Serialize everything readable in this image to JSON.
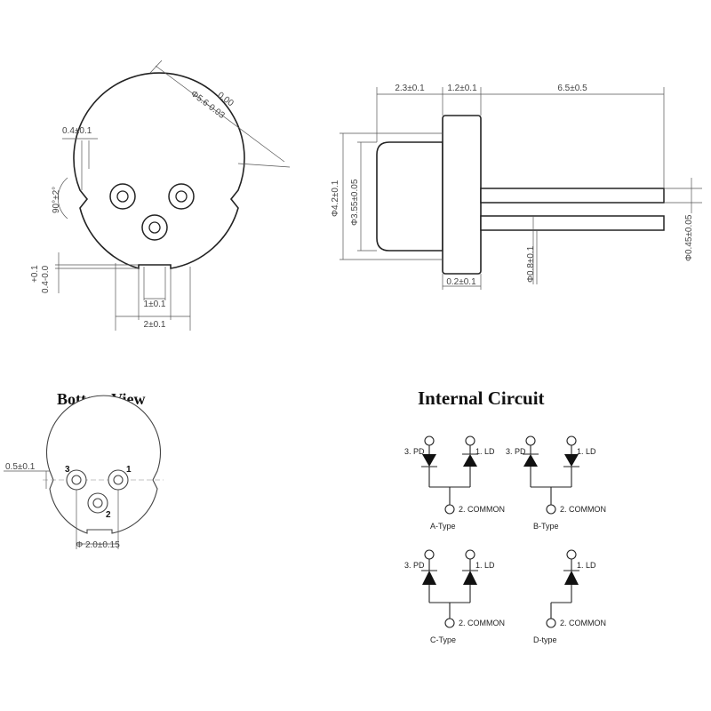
{
  "headings": {
    "bottom_view": "Bottom View",
    "internal_circuit": "Internal Circuit"
  },
  "front_view": {
    "dim_diameter_a": "Φ5.6-0.03",
    "dim_diameter_b": "0.00",
    "dim_notch_top": "0.4±0.1",
    "dim_angle": "90°±2°",
    "dim_key_a": "+0.1",
    "dim_key_b": "0.4-0.0",
    "dim_key_width": "1±0.1",
    "dim_key_outer": "2±0.1"
  },
  "side_view": {
    "dim_cap_len": "2.3±0.1",
    "dim_flange_len": "1.2±0.1",
    "dim_pin_len": "6.5±0.5",
    "dim_flange_dia": "Φ4.2±0.1",
    "dim_cap_dia": "Φ3.55±0.05",
    "dim_pin_pitch": "Φ0.8±0.1",
    "dim_pin_dia": "Φ0.45±0.05",
    "dim_step": "0.2±0.1"
  },
  "bottom_view": {
    "dim_notch": "0.5±0.1",
    "dim_pitch": "Φ 2.0±0.15",
    "pin1": "1",
    "pin2": "2",
    "pin3": "3"
  },
  "circuits": [
    {
      "pd": "3. PD",
      "ld": "1. LD",
      "common": "2. COMMON",
      "type": "A-Type"
    },
    {
      "pd": "3. PD",
      "ld": "1. LD",
      "common": "2. COMMON",
      "type": "B-Type"
    },
    {
      "pd": "3. PD",
      "ld": "1. LD",
      "common": "2. COMMON",
      "type": "C-Type"
    },
    {
      "pd": "",
      "ld": "1. LD",
      "common": "2. COMMON",
      "type": "D-type"
    }
  ]
}
